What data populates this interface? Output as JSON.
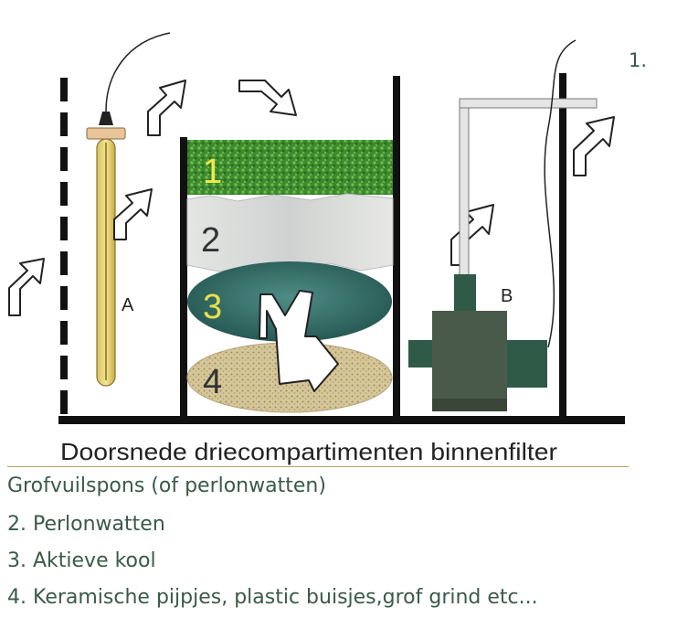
{
  "diagram": {
    "caption": "Doorsnede driecompartimenten binnenfilter",
    "layer_numbers": [
      "1",
      "2",
      "3",
      "4"
    ],
    "label_a": "A",
    "label_b": "B"
  },
  "legend": {
    "corner_number": "1.",
    "items": [
      "Grofvuilspons (of perlonwatten)",
      "2. Perlonwatten",
      "3. Aktieve kool",
      "4. Keramische pijpjes, plastic buisjes,grof grind etc..."
    ]
  },
  "colors": {
    "sponge_green": "#3e8a2e",
    "carbon_teal": "#2f6b66",
    "gravel_tan": "#d6c79a",
    "pump_green": "#4a5a4a",
    "legend_text": "#3a5a48"
  }
}
